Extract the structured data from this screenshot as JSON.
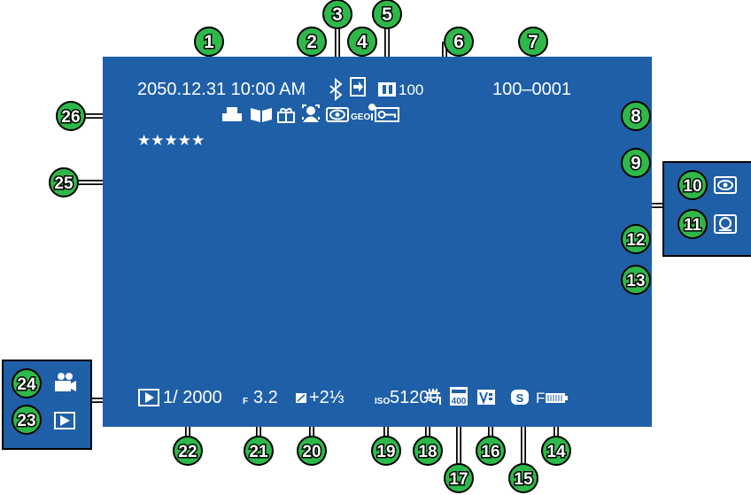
{
  "screen": {
    "date_time": "2050.12.31 10:00 AM",
    "dpof_count": "100",
    "frame_number": "100–0001",
    "rating": "★★★★★",
    "shutter_speed": "1/ 2000",
    "aperture_prefix": "F",
    "aperture": "3.2",
    "exposure_comp": "+2⅓",
    "iso_prefix": "ISO",
    "iso": "51200",
    "flash_label": "F",
    "geo_label": "GEO",
    "iso_icon_label": "400",
    "film_sim_label": "S"
  },
  "callouts": [
    "1",
    "2",
    "3",
    "4",
    "5",
    "6",
    "7",
    "8",
    "9",
    "10",
    "11",
    "12",
    "13",
    "14",
    "15",
    "16",
    "17",
    "18",
    "19",
    "20",
    "21",
    "22",
    "23",
    "24",
    "25",
    "26"
  ],
  "colors": {
    "screen_bg": "#1e5fa8",
    "callout_fill": "#2fb84a",
    "callout_text": "#ffffff",
    "line": "#000000"
  },
  "icons": {
    "1": "date-time",
    "2": "face-detection-icon",
    "3": "bluetooth-icon",
    "4": "transfer-image-icon",
    "5": "dpof-print-order-icon",
    "6": "print-count",
    "7": "frame-number",
    "8": "protected-image-icon",
    "9": "location-data-icon",
    "10": "red-eye-removal-icon",
    "11": "ai-enhancement-icon",
    "12": "gift-image-icon",
    "13": "photobook-assist-icon",
    "14": "flash-icon",
    "15": "film-simulation-icon",
    "16": "dynamic-range-icon",
    "17": "iso-icon",
    "18": "white-balance-icon",
    "19": "iso-sensitivity",
    "20": "exposure-compensation-icon",
    "21": "aperture",
    "22": "shutter-speed",
    "23": "playback-icon",
    "24": "movie-icon",
    "25": "rating-stars",
    "26": "print-icon"
  }
}
